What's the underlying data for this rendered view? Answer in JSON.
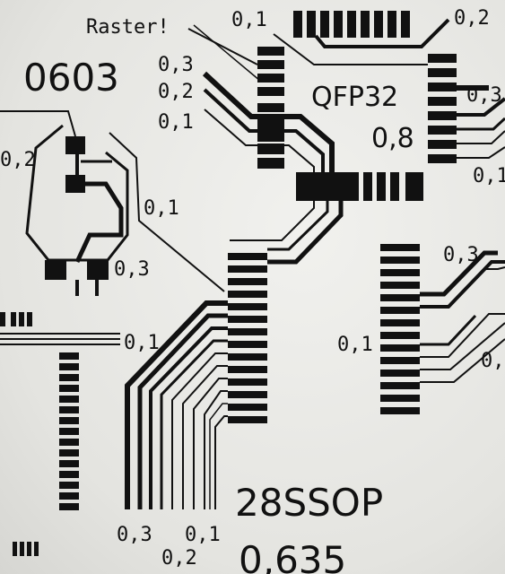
{
  "labels": {
    "raster": "Raster!",
    "pkg_0603": "0603",
    "pkg_qfp32": "QFP32",
    "qfp_pitch": "0,8",
    "pkg_ssop": "28SSOP",
    "ssop_pitch": "0,635",
    "qfp_top_left": "0,1",
    "qfp_top_right": "0,2",
    "left_03": "0,3",
    "left_02": "0,2",
    "left_01": "0,1",
    "right_03": "0,3",
    "right_01": "0,1",
    "left_edge_02": "0,2",
    "diag_01": "0,1",
    "pad_03": "0,3",
    "bus_01": "0,1",
    "mid_03": "0,3",
    "mid_01": "0,1",
    "right_edge_0": "0,",
    "bottom_03": "0,3",
    "bottom_02": "0,2",
    "bottom_01": "0,1"
  },
  "colors": {
    "ink": "#111111",
    "paper": "#eeeeea"
  }
}
